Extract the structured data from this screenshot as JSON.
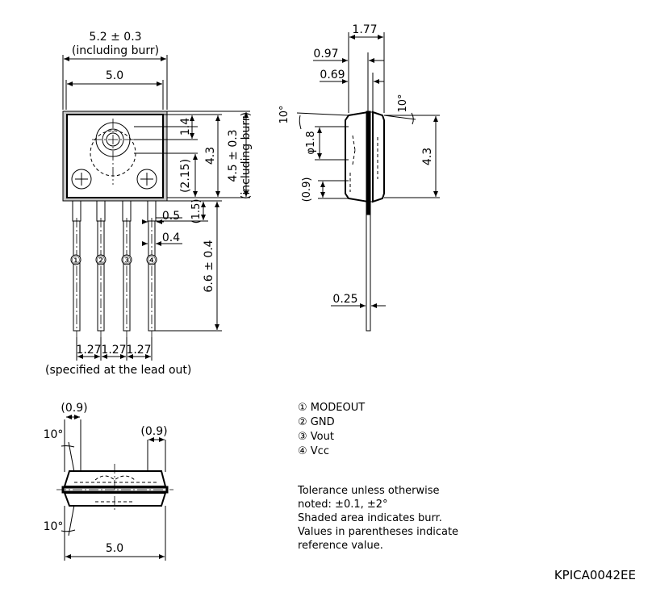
{
  "front_view": {
    "dim_width_total": "5.2 ± 0.3",
    "dim_width_total_note": "(including burr)",
    "dim_width": "5.0",
    "dim_hole_offset": "1.4",
    "dim_height": "4.3",
    "dim_height_total": "4.5 ± 0.3",
    "dim_height_total_note": "(including burr)",
    "dim_sensor_center": "(2.15)",
    "dim_lead_wide": "0.5",
    "dim_lead_wide_len": "(1.5)",
    "dim_lead": "0.4",
    "dim_lead_length": "6.6 ± 0.4",
    "pitch": [
      "1.27",
      "1.27",
      "1.27"
    ],
    "pin_markers": [
      "①",
      "②",
      "③",
      "④"
    ],
    "pitch_note": "(specified at the lead out)"
  },
  "side_view": {
    "dim_top": "1.77",
    "dim_mid": "0.97",
    "dim_low": "0.69",
    "angle_left": "10°",
    "angle_right": "10°",
    "dim_lens": "φ1.8",
    "dim_height": "4.3",
    "dim_bottom": "(0.9)",
    "dim_lead_thickness": "0.25"
  },
  "bottom_view": {
    "dim_left": "(0.9)",
    "dim_right": "(0.9)",
    "angle_top": "10°",
    "angle_bottom": "10°",
    "dim_width": "5.0"
  },
  "pin_list": [
    "① MODEOUT",
    "② GND",
    "③ Vout",
    "④ Vcc"
  ],
  "notes": [
    "Tolerance unless otherwise",
    "noted: ±0.1, ±2°",
    "Shaded area indicates burr.",
    "Values in parentheses indicate",
    "reference value."
  ],
  "document_code": "KPICA0042EE"
}
